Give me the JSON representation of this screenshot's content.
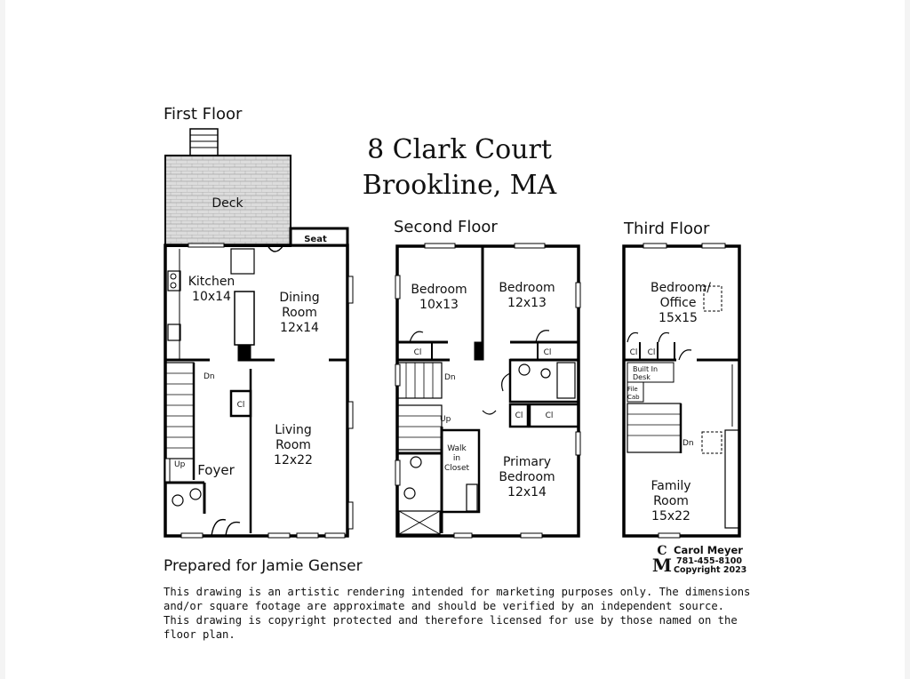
{
  "title": {
    "line1": "8 Clark Court",
    "line2": "Brookline, MA"
  },
  "prepared_for": "Prepared for Jamie Genser",
  "disclaimer": [
    "This drawing is an artistic rendering intended for marketing purposes only.  The dimensions",
    "and/or square footage are approximate and should be verified by an independent source.",
    "This drawing is copyright protected and therefore licensed for use by those named on the",
    "floor plan."
  ],
  "floors": {
    "first": {
      "label": "First Floor",
      "rooms": {
        "deck": "Deck",
        "seat": "Seat",
        "kitchen": {
          "name": "Kitchen",
          "dims": "10x14"
        },
        "dining": {
          "name": "Dining",
          "name2": "Room",
          "dims": "12x14"
        },
        "living": {
          "name": "Living",
          "name2": "Room",
          "dims": "12x22"
        },
        "foyer": "Foyer",
        "closet": "Cl",
        "down": "Dn",
        "up": "Up"
      }
    },
    "second": {
      "label": "Second Floor",
      "rooms": {
        "bedroom_a": {
          "name": "Bedroom",
          "dims": "10x13"
        },
        "bedroom_b": {
          "name": "Bedroom",
          "dims": "12x13"
        },
        "primary": {
          "name": "Primary",
          "name2": "Bedroom",
          "dims": "12x14"
        },
        "walkin": {
          "l1": "Walk",
          "l2": "in",
          "l3": "Closet"
        },
        "closet": "Cl",
        "down": "Dn",
        "up": "Up"
      }
    },
    "third": {
      "label": "Third Floor",
      "rooms": {
        "bedroom_office": {
          "name": "Bedroom/",
          "name2": "Office",
          "dims": "15x15"
        },
        "family": {
          "name": "Family",
          "name2": "Room",
          "dims": "15x22"
        },
        "built_in": {
          "l1": "Built In",
          "l2": "Desk"
        },
        "file": {
          "l1": "File",
          "l2": "Cab"
        },
        "closet": "Cl",
        "down": "Dn"
      }
    }
  },
  "credit": {
    "logo": "CM",
    "name": "Carol Meyer",
    "phone": "781-455-8100",
    "copyright": "Copyright 2023"
  }
}
